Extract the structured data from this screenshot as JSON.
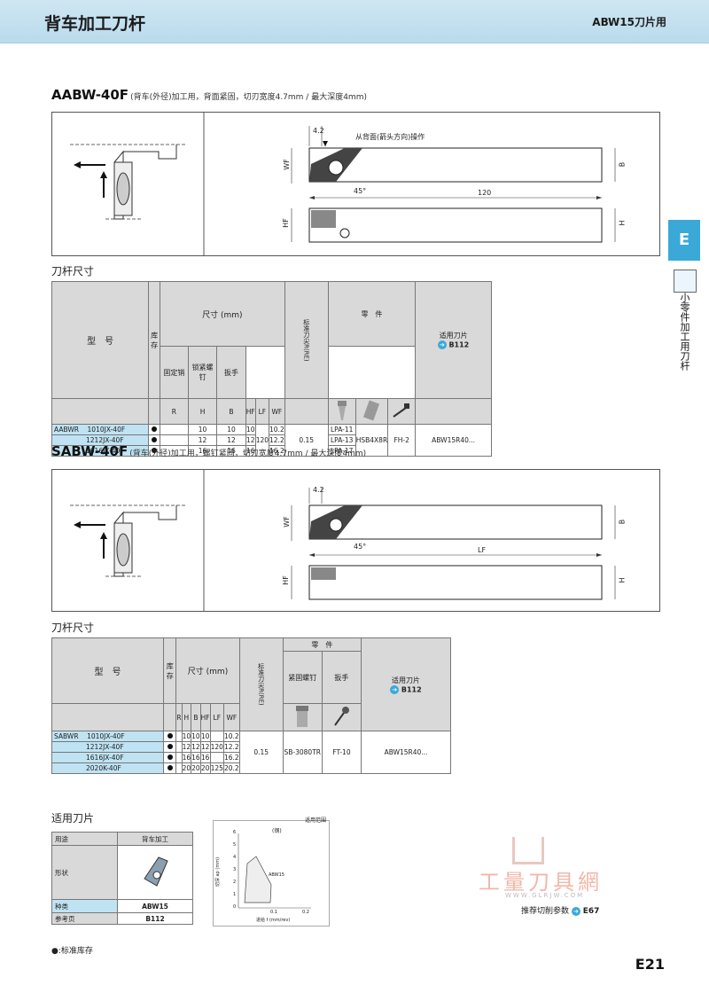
{
  "header": {
    "title": "背车加工刀杆",
    "subtitle": "ABW15刀片用"
  },
  "side": {
    "letter": "E",
    "label": "小零件加工用刀杆"
  },
  "section1": {
    "model": "AABW-40F",
    "desc": "(背车(外径)加工用，背面紧固，切刃宽度4.7mm / 最大深度4mm)",
    "dim_42": "4.2",
    "note": "从背面(箭头方向)操作",
    "wf": "WF",
    "b": "B",
    "lf": "120",
    "hf": "HF",
    "h": "H",
    "angle": "45°",
    "table_title": "刀杆尺寸",
    "col_model": "型　号",
    "col_stock": "库存",
    "col_dims": "尺寸 (mm)",
    "col_re": "标准刀尖R(RE)",
    "col_parts": "零　件",
    "col_pin": "固定销",
    "col_screw": "锁紧螺钉",
    "col_wrench": "扳手",
    "col_insert": "适用刀片",
    "insert_ref": "B112",
    "dim_heads": [
      "R",
      "H",
      "B",
      "HF",
      "LF",
      "WF"
    ],
    "series": "AABWR",
    "rows": [
      {
        "name": "1010JX-40F",
        "h": "10",
        "b": "10",
        "hf": "10",
        "wf": "10.2",
        "pin": "LPA-11"
      },
      {
        "name": "1212JX-40F",
        "h": "12",
        "b": "12",
        "hf": "12",
        "wf": "12.2",
        "pin": "LPA-13"
      },
      {
        "name": "1616JX-40F",
        "h": "16",
        "b": "16",
        "hf": "16",
        "wf": "16.2",
        "pin": "LPA-17"
      }
    ],
    "re": "0.15",
    "screw": "HSB4X8R",
    "wrench": "FH-2",
    "insert": "ABW15R40..."
  },
  "section2": {
    "model": "SABW-40F",
    "desc": "(背车(外径)加工用，螺钉紧固，切刃宽度4.7mm / 最大深度4mm)",
    "dim_42": "4.2",
    "wf": "WF",
    "b": "B",
    "lf": "LF",
    "hf": "HF",
    "h": "H",
    "angle": "45°",
    "table_title": "刀杆尺寸",
    "col_model": "型　号",
    "col_stock": "库存",
    "col_dims": "尺寸 (mm)",
    "col_re": "标准刀尖R(RE)",
    "col_parts": "零　件",
    "col_screw": "紧固螺钉",
    "col_wrench": "扳手",
    "col_insert": "适用刀片",
    "insert_ref": "B112",
    "dim_heads": [
      "R",
      "H",
      "B",
      "HF",
      "LF",
      "WF"
    ],
    "series": "SABWR",
    "rows": [
      {
        "name": "1010JX-40F",
        "h": "10",
        "b": "10",
        "hf": "10",
        "lf": "",
        "wf": "10.2"
      },
      {
        "name": "1212JX-40F",
        "h": "12",
        "b": "12",
        "hf": "12",
        "lf": "120",
        "wf": "12.2"
      },
      {
        "name": "1616JX-40F",
        "h": "16",
        "b": "16",
        "hf": "16",
        "lf": "",
        "wf": "16.2"
      },
      {
        "name": "2020K-40F",
        "h": "20",
        "b": "20",
        "hf": "20",
        "lf": "125",
        "wf": "20.2"
      }
    ],
    "re": "0.15",
    "screw": "SB-3080TR",
    "wrench": "FT-10",
    "insert": "ABW15R40..."
  },
  "inserts": {
    "title": "适用刀片",
    "use_label": "用途",
    "use_value": "背车加工",
    "shape_label": "形状",
    "kind_label": "种类",
    "kind_value": "ABW15",
    "ref_label": "参考页",
    "ref_value": "B112",
    "chart_title": "适用范围",
    "chart_unit": "(钢)",
    "chart_ylabel": "切深 ap (mm)",
    "chart_xlabel": "进给 f (mm/rev)",
    "chart_series": "ABW15",
    "y_ticks": [
      "0",
      "1",
      "2",
      "3",
      "4",
      "5",
      "6"
    ],
    "x_ticks": [
      "0.1",
      "0.2"
    ],
    "cutting_ref": "推荐切削参数",
    "cutting_page": "E67"
  },
  "watermark": {
    "brand": "工量刀具網",
    "url": "WWW.GLRJW.COM"
  },
  "legend": "●:标准库存",
  "page_number": "E21"
}
